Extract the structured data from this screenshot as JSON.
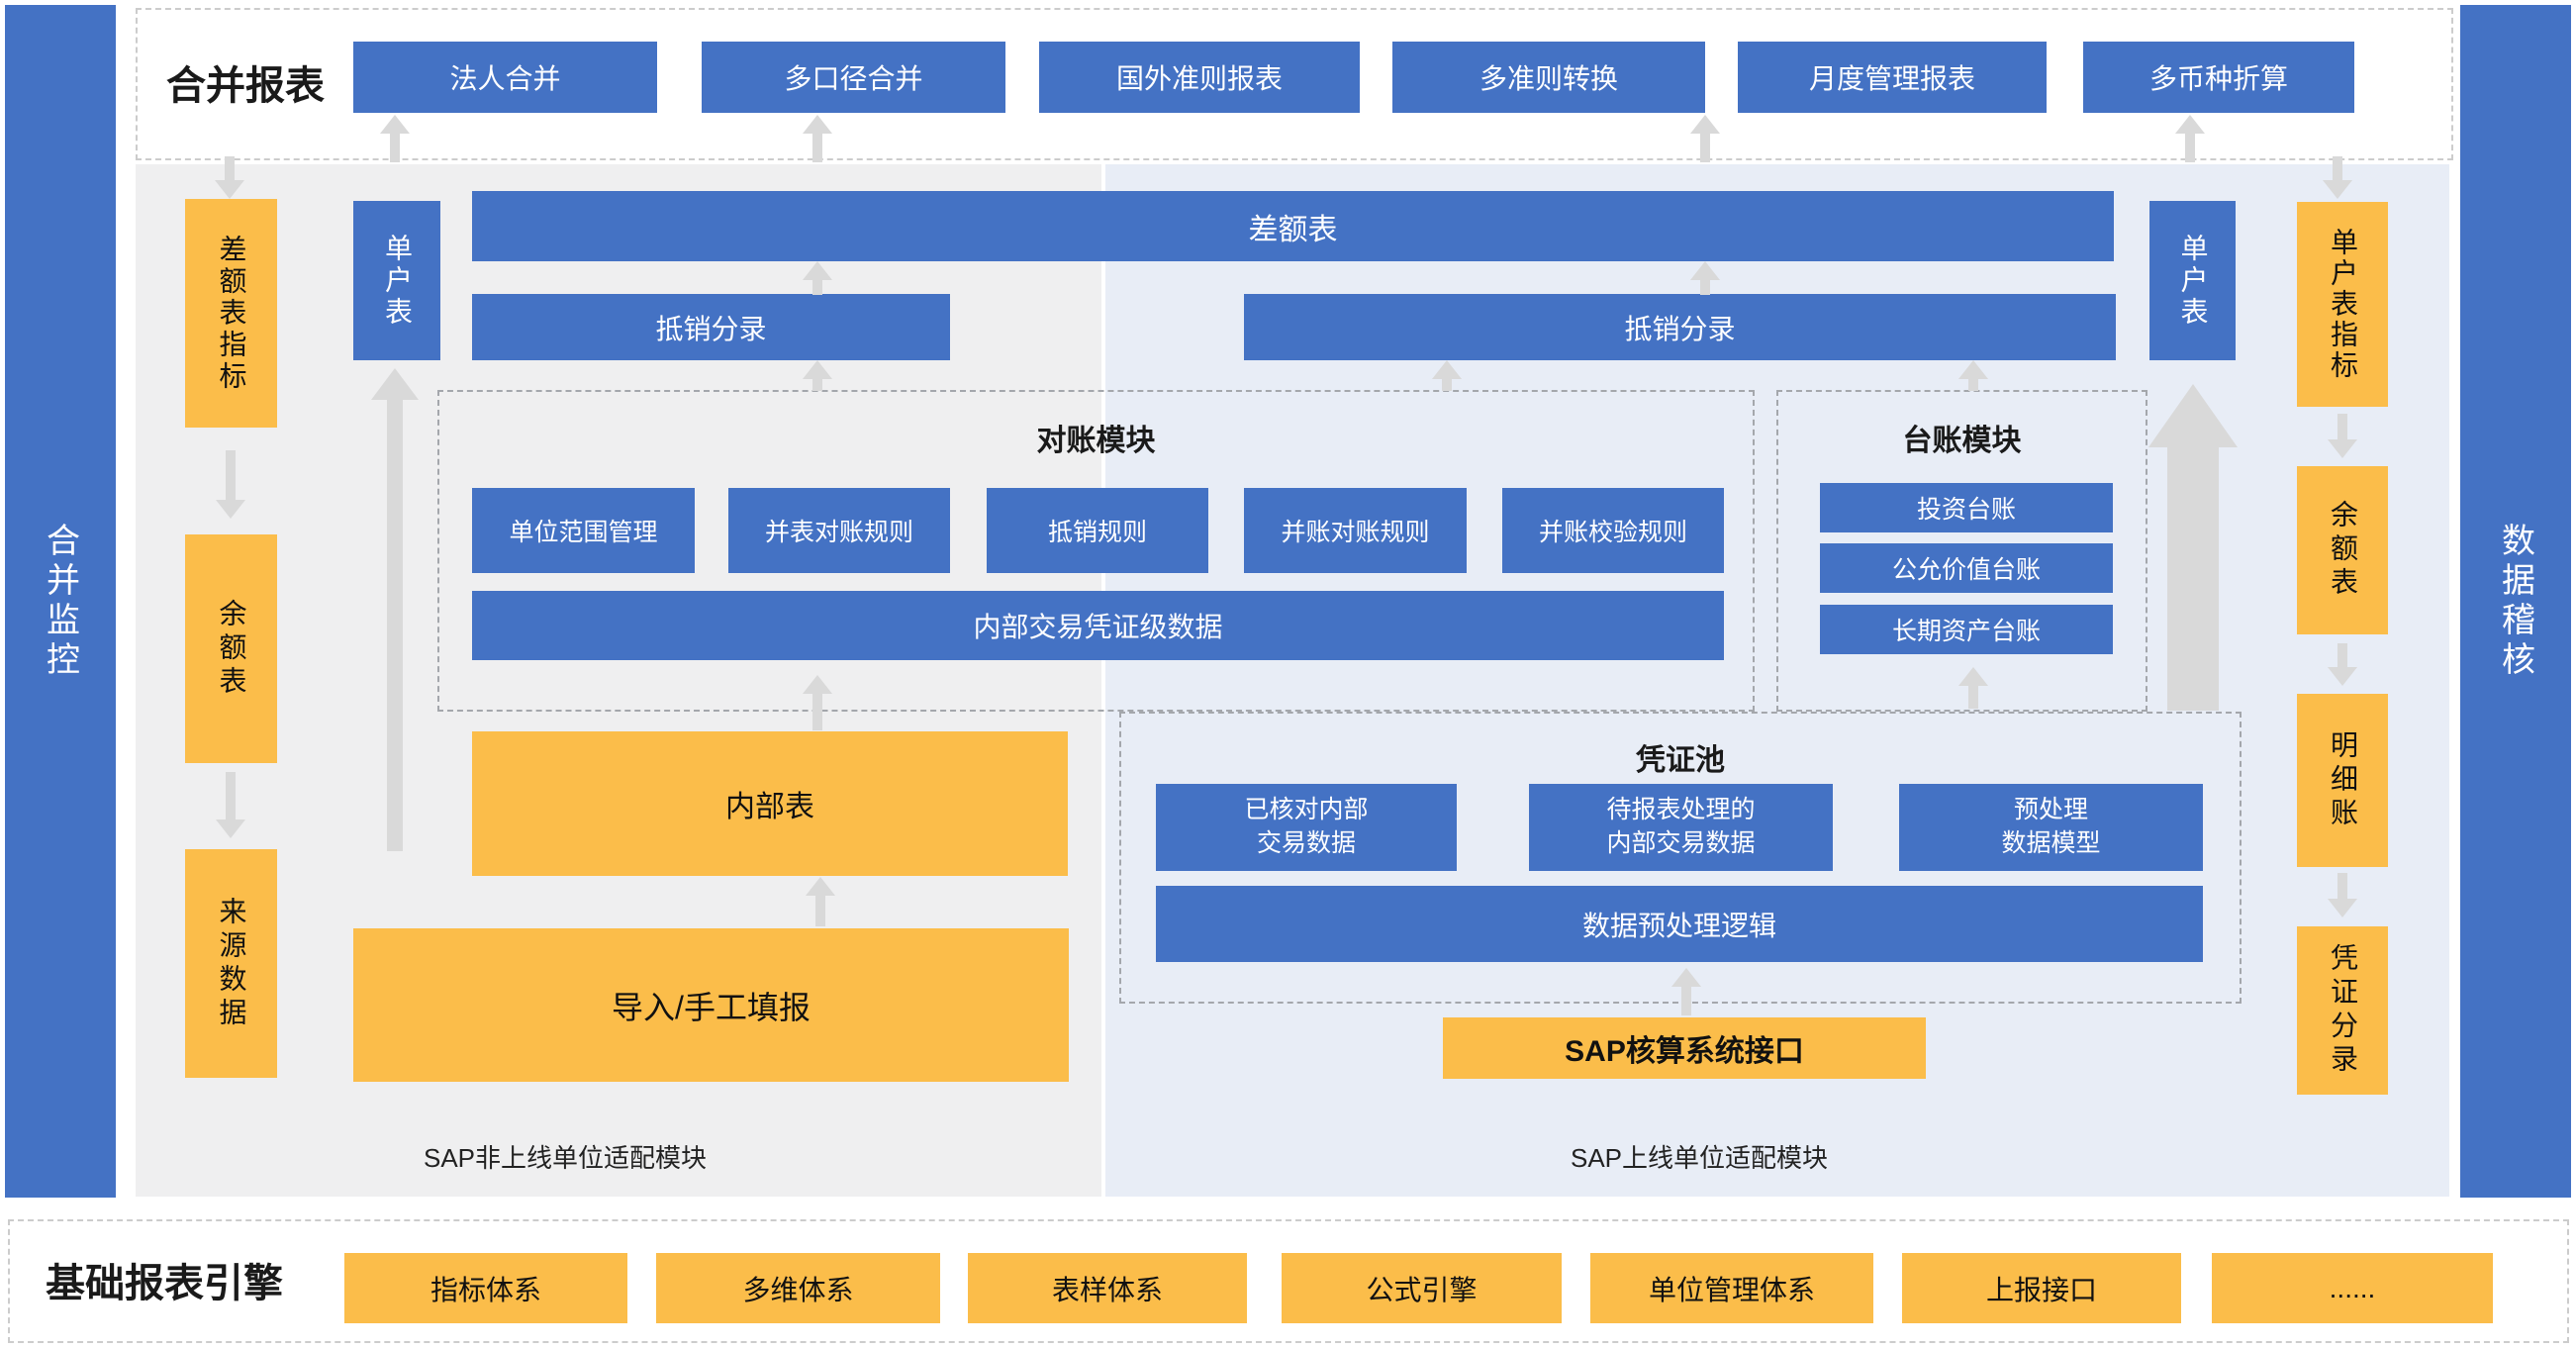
{
  "colors": {
    "blue": "#4472C4",
    "orange": "#FBBD4A",
    "panel_left_bg": "#EFEFF0",
    "panel_right_bg": "#E8EDF6",
    "arrow": "#D9D9D9",
    "dashed_border": "#A4A7AC"
  },
  "left_sidebar": {
    "label": "合并监控"
  },
  "right_sidebar": {
    "label": "数据稽核"
  },
  "top_section": {
    "title": "合并报表",
    "buttons": [
      "法人合并",
      "多口径合并",
      "国外准则报表",
      "多准则转换",
      "月度管理报表",
      "多币种折算"
    ]
  },
  "left_panel": {
    "caption": "SAP非上线单位适配模块",
    "indicator_column": [
      "差额表指标",
      "余额表",
      "来源数据"
    ],
    "single_table": "单户表",
    "diff_table": "差额表",
    "offset_entry": "抵销分录",
    "recon_module": {
      "title": "对账模块",
      "rules": [
        "单位范围管理",
        "并表对账规则",
        "抵销规则",
        "并账对账规则",
        "并账校验规则"
      ],
      "data_bar": "内部交易凭证级数据"
    },
    "internal_table": "内部表",
    "import_entry": "导入/手工填报"
  },
  "right_panel": {
    "caption": "SAP上线单位适配模块",
    "single_table": "单户表",
    "offset_entry": "抵销分录",
    "ledger_module": {
      "title": "台账模块",
      "items": [
        "投资台账",
        "公允价值台账",
        "长期资产台账"
      ]
    },
    "voucher_pool": {
      "title": "凭证池",
      "boxes": [
        "已核对内部\n交易数据",
        "待报表处理的\n内部交易数据",
        "预处理\n数据模型"
      ],
      "logic_bar": "数据预处理逻辑"
    },
    "sap_interface": "SAP核算系统接口",
    "indicator_column": [
      "单户表指标",
      "余额表",
      "明细账",
      "凭证分录"
    ]
  },
  "bottom_section": {
    "title": "基础报表引擎",
    "buttons": [
      "指标体系",
      "多维体系",
      "表样体系",
      "公式引擎",
      "单位管理体系",
      "上报接口",
      "......"
    ]
  }
}
